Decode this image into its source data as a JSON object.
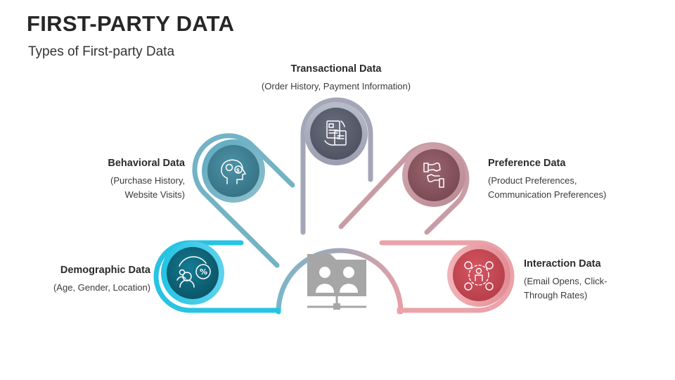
{
  "header": {
    "title": "FIRST-PARTY DATA",
    "subtitle": "Types of First-party Data"
  },
  "items": [
    {
      "heading": "Demographic Data",
      "desc_lines": [
        "(Age, Gender, Location)"
      ],
      "color": "#22C4E6",
      "dark": "#0E6478",
      "icon": "demographic-icon"
    },
    {
      "heading": "Behavioral Data",
      "desc_lines": [
        "(Purchase History,",
        "Website Visits)"
      ],
      "color": "#6AAFC3",
      "dark": "#3F7F94",
      "icon": "behavior-icon"
    },
    {
      "heading": "Transactional Data",
      "desc_lines": [
        "(Order History, Payment Information)"
      ],
      "color": "#9FA3B5",
      "dark": "#5B5E6E",
      "icon": "transaction-icon"
    },
    {
      "heading": "Preference Data",
      "desc_lines": [
        "(Product Preferences,",
        "Communication Preferences)"
      ],
      "color": "#C79AA3",
      "dark": "#8B5A63",
      "icon": "preference-icon"
    },
    {
      "heading": "Interaction Data",
      "desc_lines": [
        "(Email Opens, Click-",
        "Through Rates)"
      ],
      "color": "#EBA0A6",
      "dark": "#C84B56",
      "icon": "interaction-icon"
    }
  ],
  "center": {
    "icon": "folder-users-network-icon",
    "color": "#A6A6A6"
  }
}
